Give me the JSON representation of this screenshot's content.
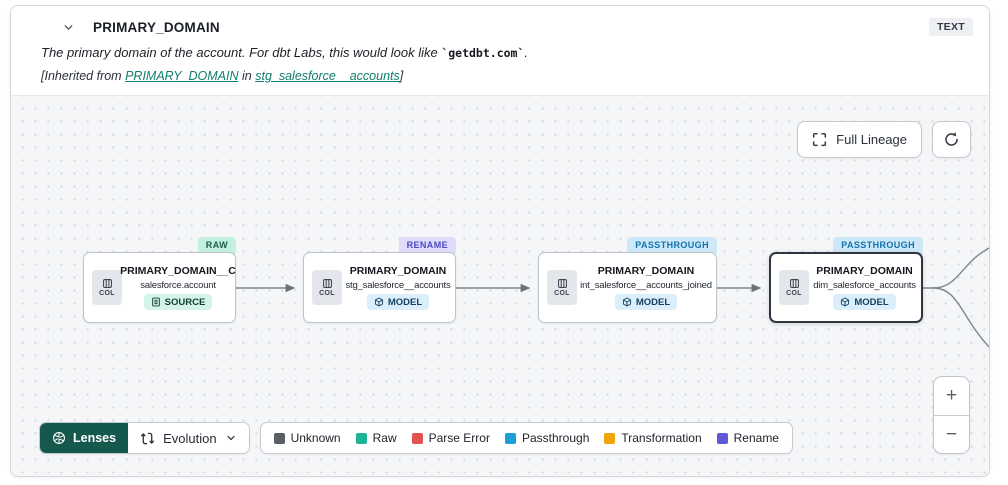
{
  "header": {
    "title": "PRIMARY_DOMAIN",
    "type_badge": "TEXT",
    "description": {
      "prefix": "The primary domain of the account. For dbt Labs, this would look like ",
      "code": "`getdbt.com`",
      "suffix": "."
    },
    "inherited": {
      "prefix": "[Inherited from ",
      "link_column": "PRIMARY_DOMAIN",
      "middle": " in ",
      "link_model": "stg_salesforce__accounts",
      "suffix": "]"
    }
  },
  "toolbar": {
    "full_lineage": "Full Lineage"
  },
  "labels": {
    "col": "COL"
  },
  "nodes": [
    {
      "tag": "RAW",
      "tag_type": "raw",
      "title": "PRIMARY_DOMAIN__C",
      "subtitle": "salesforce.account",
      "badge": "SOURCE",
      "selected": false
    },
    {
      "tag": "RENAME",
      "tag_type": "rename",
      "title": "PRIMARY_DOMAIN",
      "subtitle": "stg_salesforce__accounts",
      "badge": "MODEL",
      "selected": false
    },
    {
      "tag": "PASSTHROUGH",
      "tag_type": "passthrough",
      "title": "PRIMARY_DOMAIN",
      "subtitle": "int_salesforce__accounts_joined",
      "badge": "MODEL",
      "selected": false
    },
    {
      "tag": "PASSTHROUGH",
      "tag_type": "passthrough",
      "title": "PRIMARY_DOMAIN",
      "subtitle": "dim_salesforce_accounts",
      "badge": "MODEL",
      "selected": true
    }
  ],
  "lenses": {
    "button": "Lenses",
    "selected": "Evolution"
  },
  "legend": {
    "items": [
      {
        "label": "Unknown",
        "color": "#5a5f66"
      },
      {
        "label": "Raw",
        "color": "#1db495"
      },
      {
        "label": "Parse Error",
        "color": "#e15250"
      },
      {
        "label": "Passthrough",
        "color": "#1b9fd6"
      },
      {
        "label": "Transformation",
        "color": "#f2a506"
      },
      {
        "label": "Rename",
        "color": "#5f58d8"
      }
    ]
  },
  "zoom": {
    "in": "+",
    "out": "−"
  }
}
